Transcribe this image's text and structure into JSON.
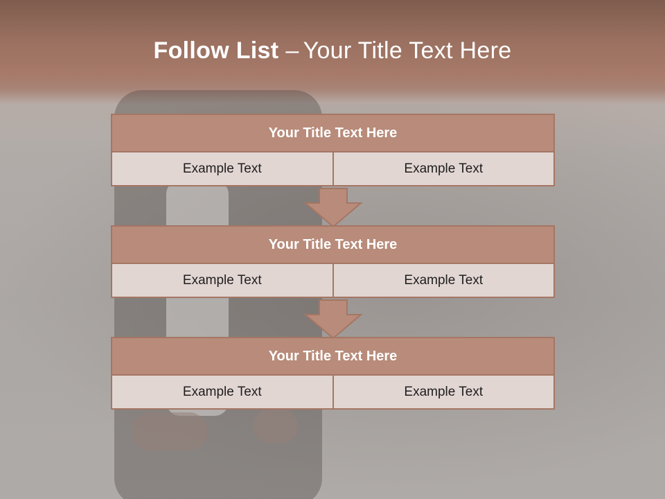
{
  "title": {
    "bold": "Follow List",
    "dash": "–",
    "rest": "Your Title Text Here"
  },
  "blocks": [
    {
      "title": "Your Title Text Here",
      "left": "Example Text",
      "right": "Example Text"
    },
    {
      "title": "Your Title Text Here",
      "left": "Example Text",
      "right": "Example Text"
    },
    {
      "title": "Your Title Text Here",
      "left": "Example Text",
      "right": "Example Text"
    }
  ],
  "colors": {
    "header_band": "#a77a69",
    "block_title_fill": "#b88b7a",
    "block_border": "#a57664",
    "cell_fill": "#e2d6d3",
    "arrow_fill": "#b88b7a"
  }
}
